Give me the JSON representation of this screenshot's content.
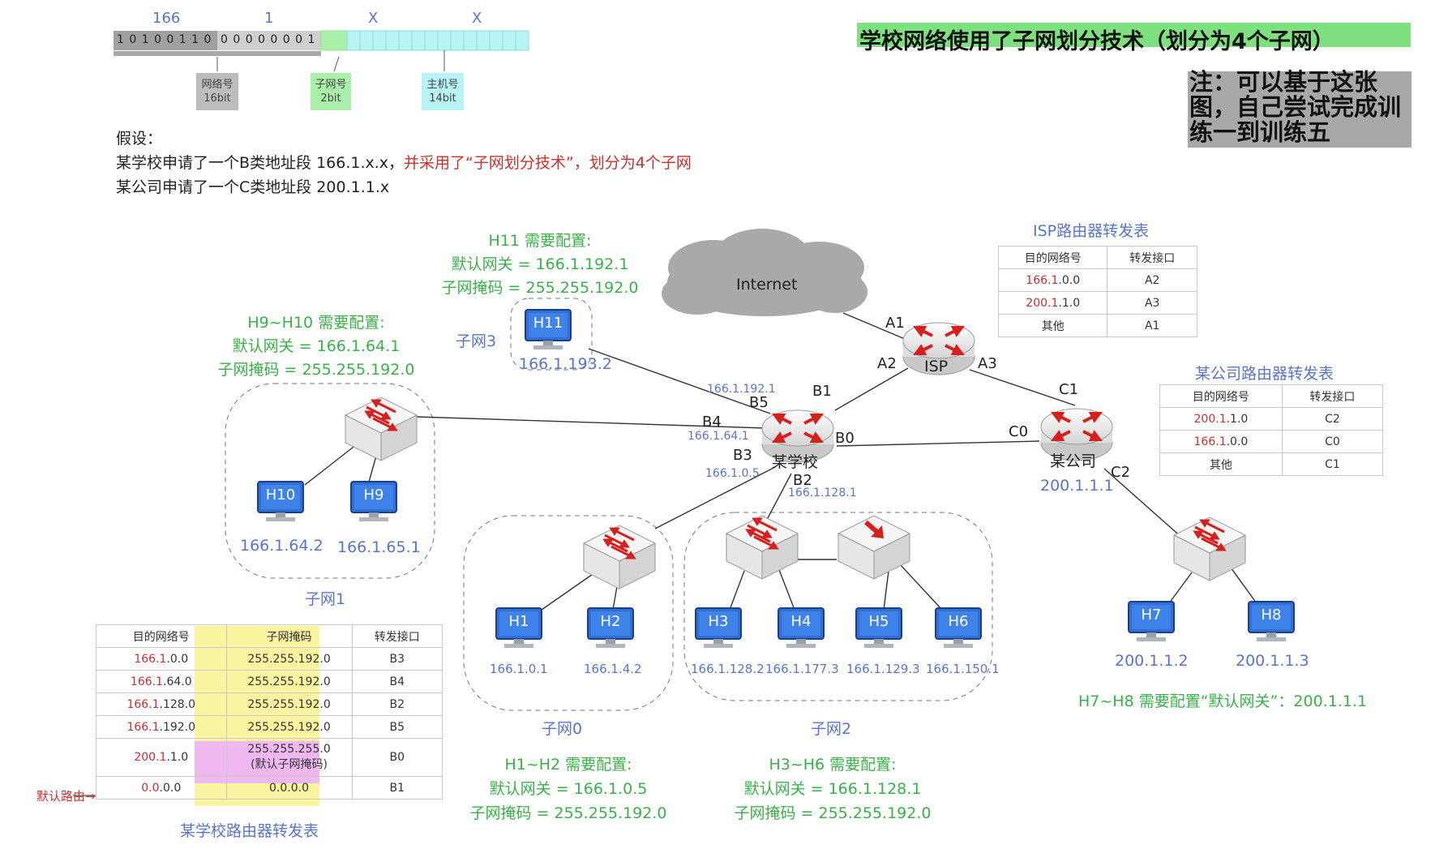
{
  "header": {
    "bits_top_labels": [
      "166",
      "1",
      "X",
      "X"
    ],
    "bits_network": "1 0 1 0 0 1 1 0",
    "bits_subnet_octet": "0 0 0 0 0 0 0 1",
    "label_network": "网络号",
    "label_network_bits": "16bit",
    "label_subnet": "子网号",
    "label_subnet_bits": "2bit",
    "label_host": "主机号",
    "label_host_bits": "14bit",
    "title": "学校网络使用了子网划分技术（划分为4个子网）",
    "note": "注：可以基于这张图，自己尝试完成训练一到训练五"
  },
  "assumptions": {
    "heading": "假设：",
    "line1_a": "某学校申请了一个B类地址段 166.1.x.x，",
    "line1_b": "并采用了“子网划分技术”，划分为4个子网",
    "line2": "某公司申请了一个C类地址段 200.1.1.x"
  },
  "config_notes": {
    "h11_title": "H11 需要配置:",
    "h11_gw": "默认网关 = 166.1.192.1",
    "h11_mask": "子网掩码 = 255.255.192.0",
    "h9_title": "H9~H10 需要配置:",
    "h9_gw": "默认网关 = 166.1.64.1",
    "h9_mask": "子网掩码 = 255.255.192.0",
    "h1_title": "H1~H2 需要配置:",
    "h1_gw": "默认网关 = 166.1.0.5",
    "h1_mask": "子网掩码 = 255.255.192.0",
    "h3_title": "H3~H6 需要配置:",
    "h3_gw": "默认网关 = 166.1.128.1",
    "h3_mask": "子网掩码 = 255.255.192.0",
    "h7_note": "H7~H8 需要配置“默认网关”：200.1.1.1"
  },
  "network": {
    "internet": "Internet",
    "isp_label": "ISP",
    "school_label": "某学校",
    "company_label": "某公司",
    "company_ip": "200.1.1.1",
    "ports": {
      "A1": "A1",
      "A2": "A2",
      "A3": "A3",
      "B0": "B0",
      "B1": "B1",
      "B2": "B2",
      "B3": "B3",
      "B4": "B4",
      "B5": "B5",
      "C0": "C0",
      "C1": "C1",
      "C2": "C2"
    },
    "port_ips": {
      "b5": "166.1.192.1",
      "b4": "166.1.64.1",
      "b3": "166.1.0.5",
      "b2": "166.1.128.1"
    },
    "subnets": {
      "s0": "子网0",
      "s1": "子网1",
      "s2": "子网2",
      "s3": "子网3"
    },
    "hosts": [
      {
        "name": "H11",
        "ip": "166.1.193.2"
      },
      {
        "name": "H10",
        "ip": "166.1.64.2"
      },
      {
        "name": "H9",
        "ip": "166.1.65.1"
      },
      {
        "name": "H1",
        "ip": "166.1.0.1"
      },
      {
        "name": "H2",
        "ip": "166.1.4.2"
      },
      {
        "name": "H3",
        "ip": "166.1.128.2"
      },
      {
        "name": "H4",
        "ip": "166.1.177.3"
      },
      {
        "name": "H5",
        "ip": "166.1.129.3"
      },
      {
        "name": "H6",
        "ip": "166.1.150.1"
      },
      {
        "name": "H7",
        "ip": "200.1.1.2"
      },
      {
        "name": "H8",
        "ip": "200.1.1.3"
      }
    ]
  },
  "isp_table": {
    "title": "ISP路由器转发表",
    "headers": [
      "目的网络号",
      "转发接口"
    ],
    "rows": [
      [
        "166.1.0.0",
        "A2"
      ],
      [
        "200.1.1.0",
        "A3"
      ],
      [
        "其他",
        "A1"
      ]
    ]
  },
  "company_table": {
    "title": "某公司路由器转发表",
    "headers": [
      "目的网络号",
      "转发接口"
    ],
    "rows": [
      [
        "200.1.1.0",
        "C2"
      ],
      [
        "166.1.0.0",
        "C0"
      ],
      [
        "其他",
        "C1"
      ]
    ]
  },
  "school_table": {
    "title": "某学校路由器转发表",
    "headers": [
      "目的网络号",
      "子网掩码",
      "转发接口"
    ],
    "rows": [
      [
        "166.1.0.0",
        "255.255.192.0",
        "B3"
      ],
      [
        "166.1.64.0",
        "255.255.192.0",
        "B4"
      ],
      [
        "166.1.128.0",
        "255.255.192.0",
        "B2"
      ],
      [
        "166.1.192.0",
        "255.255.192.0",
        "B5"
      ],
      [
        "200.1.1.0",
        "255.255.255.0",
        "B0"
      ],
      [
        "0.0.0.0",
        "0.0.0.0",
        "B1"
      ]
    ],
    "default_mask_note": "(默认子网掩码)",
    "default_route_label": "默认路由→"
  },
  "colors": {
    "green": "#3bb04a",
    "blue": "#5a74c8",
    "red": "#c83030",
    "subnet_bits": "#aaf0aa",
    "host_bits": "#b8f4f4",
    "mask_yellow": "#faf3a0",
    "mask_pink": "#f0b8f0",
    "monitor": "#2f6fd6"
  }
}
